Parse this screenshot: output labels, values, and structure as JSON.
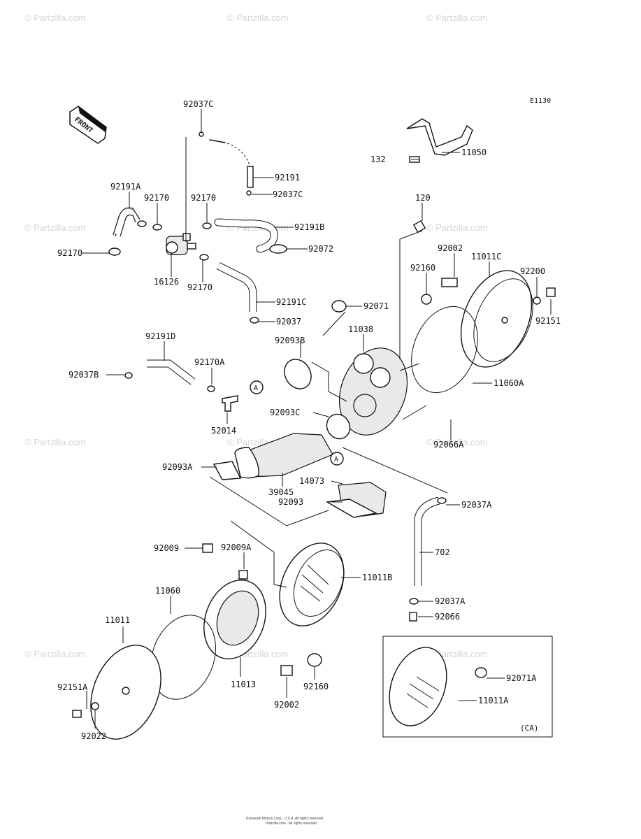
{
  "diagram_code": "E1130",
  "front_label": "FRONT",
  "watermark": "© Partzilla.com",
  "callout_a": "A",
  "variant_label": "(CA)",
  "footer": [
    "Kawasaki Motors Corp., U.S.A. All rights reserved.",
    "Partzilla.com - All rights reserved."
  ],
  "parts": [
    "92037C",
    "92191",
    "92037C",
    "92191A",
    "92170",
    "92170",
    "92191B",
    "92170",
    "92072",
    "16126",
    "92170",
    "92191C",
    "92037",
    "132",
    "11050",
    "120",
    "92002",
    "92160",
    "11011C",
    "92200",
    "92151",
    "92071",
    "11038",
    "92093B",
    "11060A",
    "92191D",
    "92037B",
    "92170A",
    "A",
    "52014",
    "92093C",
    "92066A",
    "92093A",
    "39045",
    "14073",
    "92093",
    "92037A",
    "702",
    "92009",
    "92009A",
    "11011B",
    "11060",
    "92037A",
    "92066",
    "11011",
    "11013",
    "92160",
    "92071A",
    "11011A",
    "92151A",
    "92002",
    "92022"
  ]
}
